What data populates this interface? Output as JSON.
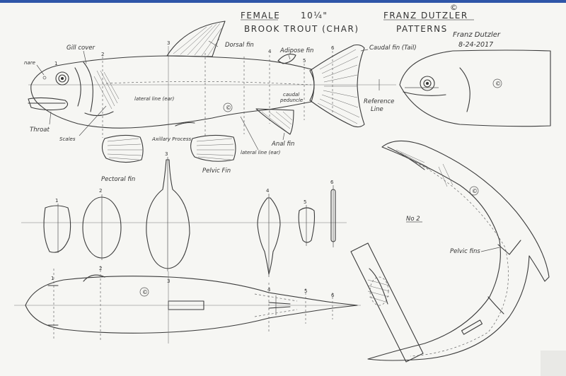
{
  "title_block": {
    "line1_left": "FEMALE",
    "line1_size": "10¼\"",
    "line2": "BROOK    TROUT (CHAR)",
    "author": "FRANZ DUTZLER",
    "patterns": "PATTERNS",
    "copyright": "©",
    "signature": "Franz Dutzler",
    "date": "8-24-2017"
  },
  "labels": {
    "nare": "nare",
    "gill_cover": "Gill cover",
    "dorsal_fin": "Dorsal fin",
    "adipose_fin": "Adipose fin",
    "caudal_fin": "Caudal fin (Tail)",
    "lateral_line_1": "lateral line (ear)",
    "lateral_line_2": "lateral line (ear)",
    "caudal_peduncle_1": "caudal",
    "caudal_peduncle_2": "peduncle",
    "reference_line_1": "Reference",
    "reference_line_2": "Line",
    "throat": "Throat",
    "scales": "Scales",
    "axillary_process": "Axillary Process",
    "anal_fin": "Anal fin",
    "pectoral_fin": "Pectoral fin",
    "pelvic_fin": "Pelvic Fin",
    "pelvic_fins": "Pelvic fins",
    "view_no2": "No 2",
    "copyright_mark": "©"
  },
  "station_numbers": {
    "side": [
      "1",
      "2",
      "3",
      "4",
      "5",
      "6"
    ],
    "sections": [
      "1",
      "2",
      "3",
      "4",
      "5",
      "6"
    ],
    "top": [
      "1",
      "2",
      "3",
      "4",
      "5",
      "6"
    ]
  }
}
